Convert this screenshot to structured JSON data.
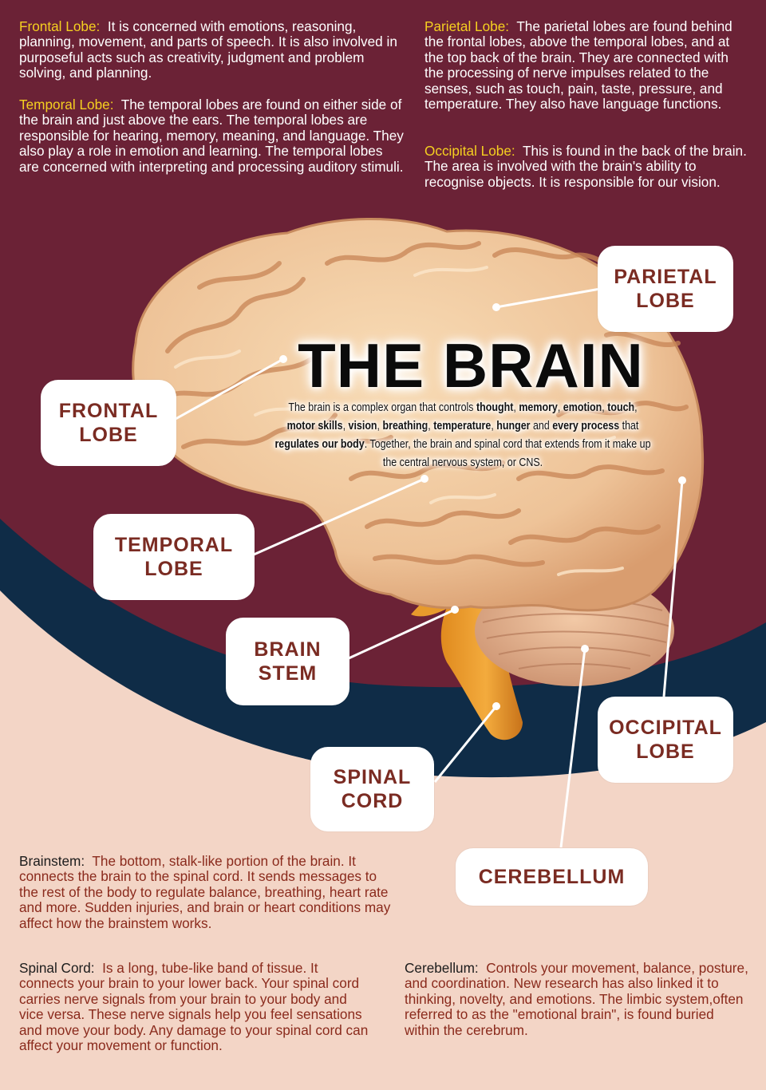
{
  "colors": {
    "background_top": "#6b2236",
    "navy_band": "#0f2c47",
    "peach": "#f3d5c6",
    "lobe_heading": "#f5d020",
    "label_text": "#7a2b22"
  },
  "descriptions": {
    "frontal": {
      "head": "Frontal Lobe:",
      "body": "It is concerned with emotions, reasoning, planning, movement, and parts of speech. It is also involved in purposeful acts such as creativity, judgment and problem solving, and planning."
    },
    "temporal": {
      "head": "Temporal Lobe:",
      "body": "The temporal lobes are found on either side of the brain and just above the ears. The temporal lobes are responsible for hearing, memory, meaning, and language. They also play a role in emotion and learning. The temporal lobes are concerned with interpreting and processing auditory stimuli."
    },
    "parietal": {
      "head": "Parietal Lobe:",
      "body": "The parietal lobes are found behind the frontal lobes, above the temporal lobes, and at the top back of the brain. They are connected with the processing of nerve impulses related to the senses, such as touch, pain, taste, pressure, and temperature. They also have language functions."
    },
    "occipital": {
      "head": "Occipital Lobe:",
      "body": "This is found in the back of the brain.  The area is involved with the brain's ability to recognise objects. It is responsible for our vision."
    },
    "brainstem": {
      "head": "Brainstem:",
      "body": "The bottom, stalk-like portion of the brain. It connects the brain to the spinal cord. It sends messages to the rest of the body to regulate balance, breathing, heart rate and more. Sudden injuries, and brain or heart conditions may affect how the brainstem works."
    },
    "spinal": {
      "head": "Spinal Cord:",
      "body": "Is a long, tube-like band of tissue. It connects your brain to your lower back. Your spinal cord carries nerve signals from your brain to your body and vice versa. These nerve signals help you feel sensations and move your body. Any damage to your spinal cord can affect your movement or function."
    },
    "cerebellum": {
      "head": "Cerebellum:",
      "body": "Controls your movement, balance, posture, and coordination. New research has also linked it to thinking, novelty, and emotions. The limbic system,often referred to as the \"emotional brain\", is found buried within the cerebrum."
    }
  },
  "title": "THE BRAIN",
  "intro": {
    "p1": "The brain is a complex organ that controls ",
    "b1": "thought",
    "c1": ", ",
    "b2": "memory",
    "c2": ", ",
    "b3": "emotion",
    "c3": ", ",
    "b4": "touch",
    "c4": ", ",
    "b5": "motor skills",
    "c5": ", ",
    "b6": "vision",
    "c6": ", ",
    "b7": "breathing",
    "c7": ", ",
    "b8": "temperature",
    "c8": ", ",
    "b9": "hunger",
    "c9": " and ",
    "b10": "every process",
    "c10": " that ",
    "b11": "regulates our body",
    "c11": ". Together, the brain and spinal cord that extends from it make up the central nervous system, or CNS."
  },
  "labels": {
    "parietal": {
      "line1": "PARIETAL",
      "line2": "LOBE"
    },
    "frontal": {
      "line1": "FRONTAL",
      "line2": "LOBE"
    },
    "temporal": {
      "line1": "TEMPORAL",
      "line2": "LOBE"
    },
    "brain_stem": {
      "line1": "BRAIN",
      "line2": "STEM"
    },
    "occipital": {
      "line1": "OCCIPITAL",
      "line2": "LOBE"
    },
    "spinal_cord": {
      "line1": "SPINAL",
      "line2": "CORD"
    },
    "cerebellum": {
      "line1": "CEREBELLUM"
    }
  }
}
